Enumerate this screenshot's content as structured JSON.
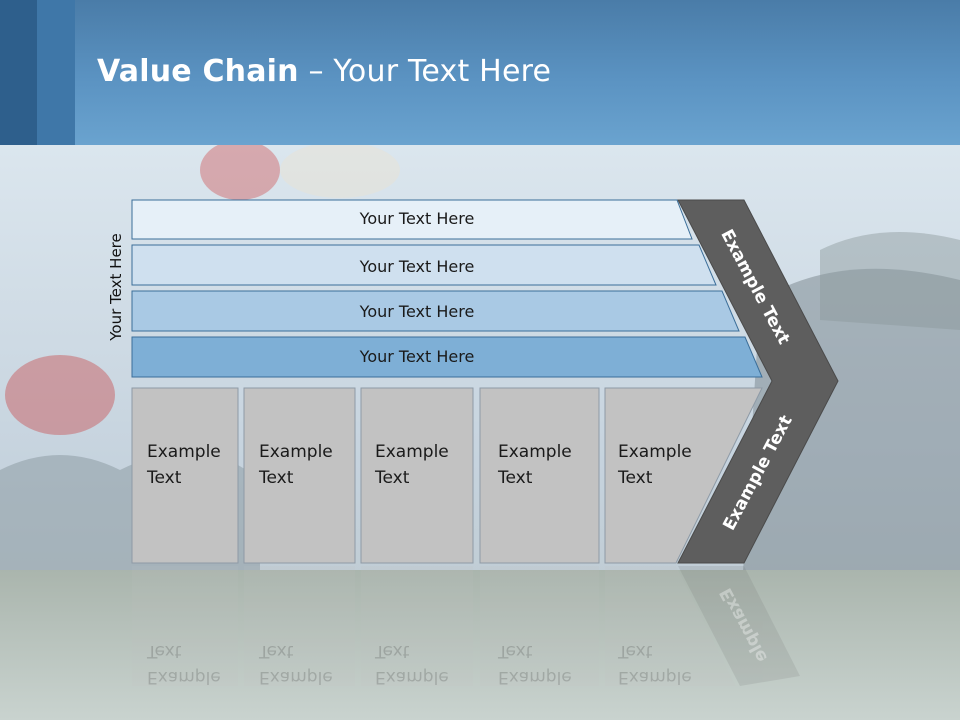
{
  "title": {
    "bold": "Value Chain",
    "rest": " – Your Text Here"
  },
  "side_label": "Your Text Here",
  "bars": [
    {
      "label": "Your Text Here",
      "color": "#e6f0f8"
    },
    {
      "label": "Your Text Here",
      "color": "#cfe0ef"
    },
    {
      "label": "Your Text Here",
      "color": "#a9c9e4"
    },
    {
      "label": "Your Text Here",
      "color": "#7eafd6"
    }
  ],
  "boxes": [
    {
      "line1": "Example",
      "line2": "Text"
    },
    {
      "line1": "Example",
      "line2": "Text"
    },
    {
      "line1": "Example",
      "line2": "Text"
    },
    {
      "line1": "Example",
      "line2": "Text"
    },
    {
      "line1": "Example",
      "line2": "Text"
    }
  ],
  "chevron": {
    "upper_label": "Example Text",
    "lower_label": "Example Text",
    "reflection": "Example",
    "color": "#5e5e5e"
  },
  "colors": {
    "box_fill": "#c2c2c2",
    "box_stroke": "#8e9aa6",
    "bar_stroke": "#3b6e99",
    "header": "#5b93c2"
  }
}
